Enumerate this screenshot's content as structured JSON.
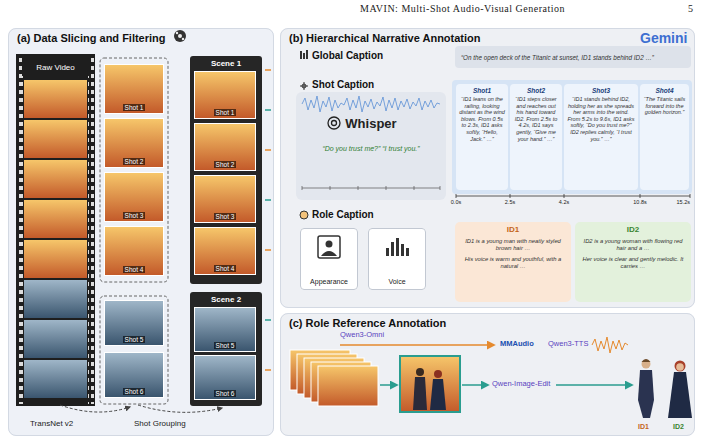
{
  "diagram": {
    "title": "MAVIN: Multi-Shot Audio-Visual Generation",
    "nodes": [
      {
        "text": [
          "(a) Data Slicing and Filtering"
        ]
      },
      {
        "text": [
          "Raw Video"
        ],
        "in": 0
      },
      {
        "text": [
          "Shot 1"
        ],
        "in": 0
      },
      {
        "text": [
          "Shot 2"
        ],
        "in": 0
      },
      {
        "text": [
          "Shot 3"
        ],
        "in": 0
      },
      {
        "text": [
          "Shot 4"
        ],
        "in": 0
      },
      {
        "text": [
          "Shot 5"
        ],
        "in": 0
      },
      {
        "text": [
          "Shot 6"
        ],
        "in": 0
      },
      {
        "text": [
          "Scene 1"
        ],
        "in": 0
      },
      {
        "text": [
          "Shot 1"
        ],
        "in": 8
      },
      {
        "text": [
          "Shot 2"
        ],
        "in": 8
      },
      {
        "text": [
          "Shot 3"
        ],
        "in": 8
      },
      {
        "text": [
          "Shot 4"
        ],
        "in": 8
      },
      {
        "text": [
          "Scene 2"
        ],
        "in": 0
      },
      {
        "text": [
          "Shot 5"
        ],
        "in": 13
      },
      {
        "text": [
          "Shot 6"
        ],
        "in": 13
      },
      {
        "text": [
          "(b) Hierarchical Narrative Annotation"
        ]
      },
      {
        "text": [
          "“On the open deck of the Titanic at sunset, ID1 stands behind ID2 …”"
        ],
        "in": 16
      },
      {
        "text": [
          "Whisper",
          "“Do you trust me?” “I trust you.”"
        ],
        "in": 16
      },
      {
        "text": [
          "Shot1",
          "“ID1 leans on the railing, looking distant as the wind blows. From 0.5s to 2.3s, ID1 asks softly, “Hello, Jack.” …”"
        ],
        "in": 16
      },
      {
        "text": [
          "Shot2",
          "“ID1 steps closer and reaches out his hand toward ID2. From 2.5s to 4.2s, ID1 says gently, “Give me your hand.” …”"
        ],
        "in": 16
      },
      {
        "text": [
          "Shot3",
          "“ID1 stands behind ID2, holding her as she spreads her arms into the wind. From 5.2s to 9.6s, ID1 asks softly, “Do you trust me?” ID2 replies calmly, “I trust you.” …”"
        ],
        "in": 16
      },
      {
        "text": [
          "Shot4",
          "“The Titanic sails forward into the golden horizon.”"
        ],
        "in": 16
      },
      {
        "text": [
          "Appearance"
        ],
        "in": 16
      },
      {
        "text": [
          "Voice"
        ],
        "in": 16
      },
      {
        "text": [
          "ID1",
          "ID1 is a young man with neatly styled brown hair …",
          "His voice is warm and youthful, with a natural …"
        ],
        "in": 16
      },
      {
        "text": [
          "ID2",
          "ID2 is a young woman with flowing red hair and a …",
          "Her voice is clear and gently melodic. It carries …"
        ],
        "in": 16
      },
      {
        "text": [
          "(c) Role Reference Annotation"
        ]
      }
    ],
    "labels": [
      "5",
      "Gemini",
      "Global Caption",
      "Shot Caption",
      "Role Caption",
      "0.0s",
      "2.5s",
      "4.2s",
      "10.8s",
      "15.2s",
      "TransNet v2",
      "Shot Grouping",
      "Qwen3-Omni",
      "MMAudio",
      "Qwen3-TTS",
      "Qwen-Image-Edit",
      "ID1",
      "ID2"
    ]
  }
}
